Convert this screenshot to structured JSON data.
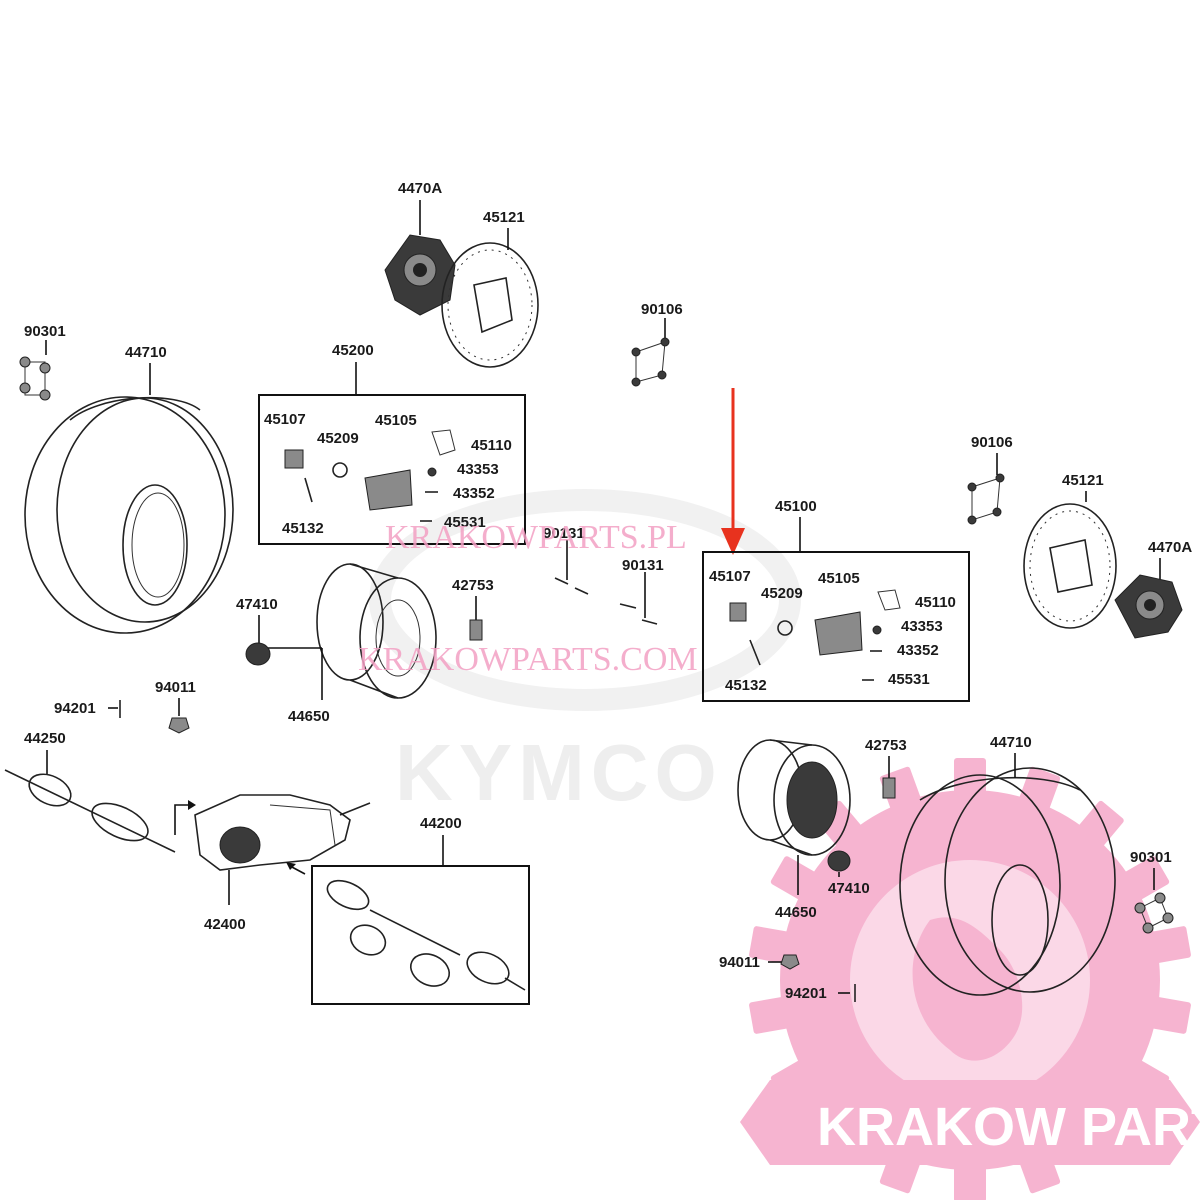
{
  "watermark": {
    "url_pl": "KRAKOWPARTS.PL",
    "url_com": "KRAKOWPARTS.COM",
    "brand": "KYMCO",
    "logo_text": "KRAKOW PARTS"
  },
  "colors": {
    "arrow": "#e8321e",
    "watermark_pink": "#f3a0c4",
    "logo_pink": "#f6b4d0",
    "line": "#222222"
  },
  "highlight": {
    "target": "45100",
    "marker": "red-arrow-down"
  },
  "labels": {
    "hub_left": "4470A",
    "disc_left": "45121",
    "nuts_left": "90301",
    "tire_left": "44710",
    "caliper_kit_left": "45200",
    "kl_45107": "45107",
    "kl_45209": "45209",
    "kl_45105": "45105",
    "kl_45110": "45110",
    "kl_43353": "43353",
    "kl_43352": "43352",
    "kl_45531": "45531",
    "kl_45132": "45132",
    "bolts_top": "90106",
    "caliper_kit_right": "45100",
    "kr_45107": "45107",
    "kr_45209": "45209",
    "kr_45105": "45105",
    "kr_45110": "45110",
    "kr_43353": "43353",
    "kr_43352": "43352",
    "kr_45531": "45531",
    "kr_45132": "45132",
    "bolt_a": "90131",
    "bolt_b": "90131",
    "valve_left": "42753",
    "cap_left": "47410",
    "rim_left": "44650",
    "nut_left": "94011",
    "pin_left": "94201",
    "driveshaft_left": "44250",
    "gearcase": "42400",
    "driveshaft_kit": "44200",
    "bolts_right": "90106",
    "disc_right": "45121",
    "hub_right": "4470A",
    "valve_right": "42753",
    "rim_right": "44650",
    "cap_right": "47410",
    "tire_right": "44710",
    "nuts_right": "90301",
    "nut_right": "94011",
    "pin_right": "94201"
  }
}
